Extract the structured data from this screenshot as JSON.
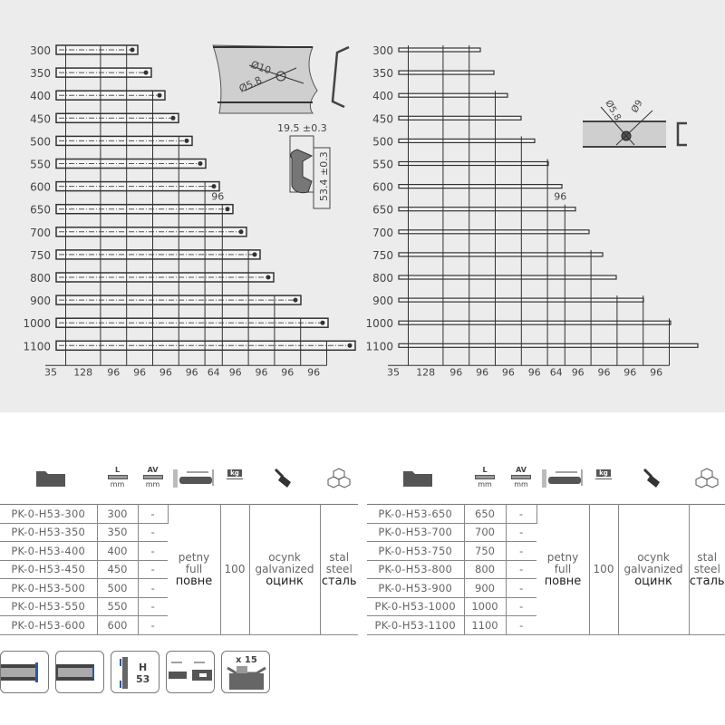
{
  "drawing": {
    "left": {
      "lengths": [
        300,
        350,
        400,
        450,
        500,
        550,
        600,
        650,
        700,
        750,
        800,
        900,
        1000,
        1100
      ],
      "dims": [
        "35",
        "128",
        "96",
        "96",
        "96",
        "96",
        "64",
        "96",
        "96",
        "96",
        "96"
      ],
      "dim_label": "96",
      "hole_d1": "Ø10",
      "hole_d2": "Ø5.8",
      "width_dim": "19.5 ±0.3",
      "height_dim": "53.4 ±0.3"
    },
    "right": {
      "lengths": [
        300,
        350,
        400,
        450,
        500,
        550,
        600,
        650,
        700,
        750,
        800,
        900,
        1000,
        1100
      ],
      "dims": [
        "35",
        "128",
        "96",
        "96",
        "96",
        "96",
        "64",
        "96",
        "96",
        "96",
        "96"
      ],
      "dim_label": "96",
      "hole_d1": "Ø5.8",
      "hole_d2": "Ø9"
    }
  },
  "table_headers": {
    "length": "L",
    "av": "AV",
    "unit": "mm",
    "weight": "kg"
  },
  "tables": [
    {
      "rows": [
        [
          "PK-0-H53-300",
          "300",
          "-"
        ],
        [
          "PK-0-H53-350",
          "350",
          "-"
        ],
        [
          "PK-0-H53-400",
          "400",
          "-"
        ],
        [
          "PK-0-H53-450",
          "450",
          "-"
        ],
        [
          "PK-0-H53-500",
          "500",
          "-"
        ],
        [
          "PK-0-H53-550",
          "550",
          "-"
        ],
        [
          "PK-0-H53-600",
          "600",
          "-"
        ]
      ]
    },
    {
      "rows": [
        [
          "PK-0-H53-650",
          "650",
          "-"
        ],
        [
          "PK-0-H53-700",
          "700",
          "-"
        ],
        [
          "PK-0-H53-750",
          "750",
          "-"
        ],
        [
          "PK-0-H53-800",
          "800",
          "-"
        ],
        [
          "PK-0-H53-900",
          "900",
          "-"
        ],
        [
          "PK-0-H53-1000",
          "1000",
          "-"
        ],
        [
          "PK-0-H53-1100",
          "1100",
          "-"
        ]
      ]
    }
  ],
  "shared": {
    "extension": [
      "petny",
      "full",
      "повне"
    ],
    "load": "100",
    "finish": [
      "ocynk",
      "galvanized",
      "оцинк"
    ],
    "material": [
      "stal",
      "steel",
      "сталь"
    ]
  },
  "bottom_icons": {
    "height_label": "H",
    "height_value": "53",
    "pack": "x 15"
  }
}
